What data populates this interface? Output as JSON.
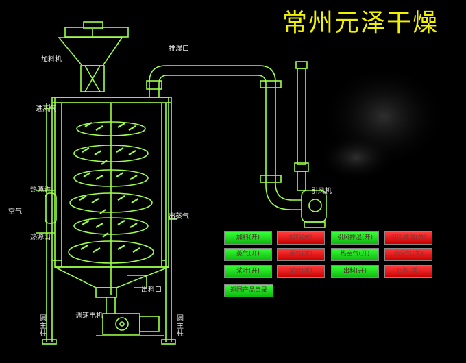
{
  "title": "常州元泽干燥",
  "labels": {
    "feeder": "加料机",
    "exhaust_port": "排湿口",
    "steam_in": "进蒸气",
    "heat_in": "热源进",
    "air": "空气",
    "heat_out": "热源出",
    "steam_out": "出蒸气",
    "fan": "引风机",
    "discharge": "出料口",
    "motor": "调速电机",
    "column_left": "圆主柱",
    "column_right": "圆主柱"
  },
  "controls": [
    {
      "label": "加料(开)",
      "state": "on"
    },
    {
      "label": "加料(关)",
      "state": "off"
    },
    {
      "label": "引风排湿(开)",
      "state": "on"
    },
    {
      "label": "引风排湿(关)",
      "state": "off"
    },
    {
      "label": "蒸气(开)",
      "state": "on"
    },
    {
      "label": "蒸气(关)",
      "state": "off"
    },
    {
      "label": "热空气(开)",
      "state": "on"
    },
    {
      "label": "热空气(关)",
      "state": "off"
    },
    {
      "label": "桨叶(开)",
      "state": "on"
    },
    {
      "label": "桨叶(关)",
      "state": "off"
    },
    {
      "label": "出料(开)",
      "state": "on"
    },
    {
      "label": "出料(关)",
      "state": "off"
    }
  ],
  "return_button": "返回产品目录",
  "colors": {
    "line": "#9cff4a",
    "on": "#22e022",
    "off": "#e01010",
    "title": "#f2f200"
  }
}
